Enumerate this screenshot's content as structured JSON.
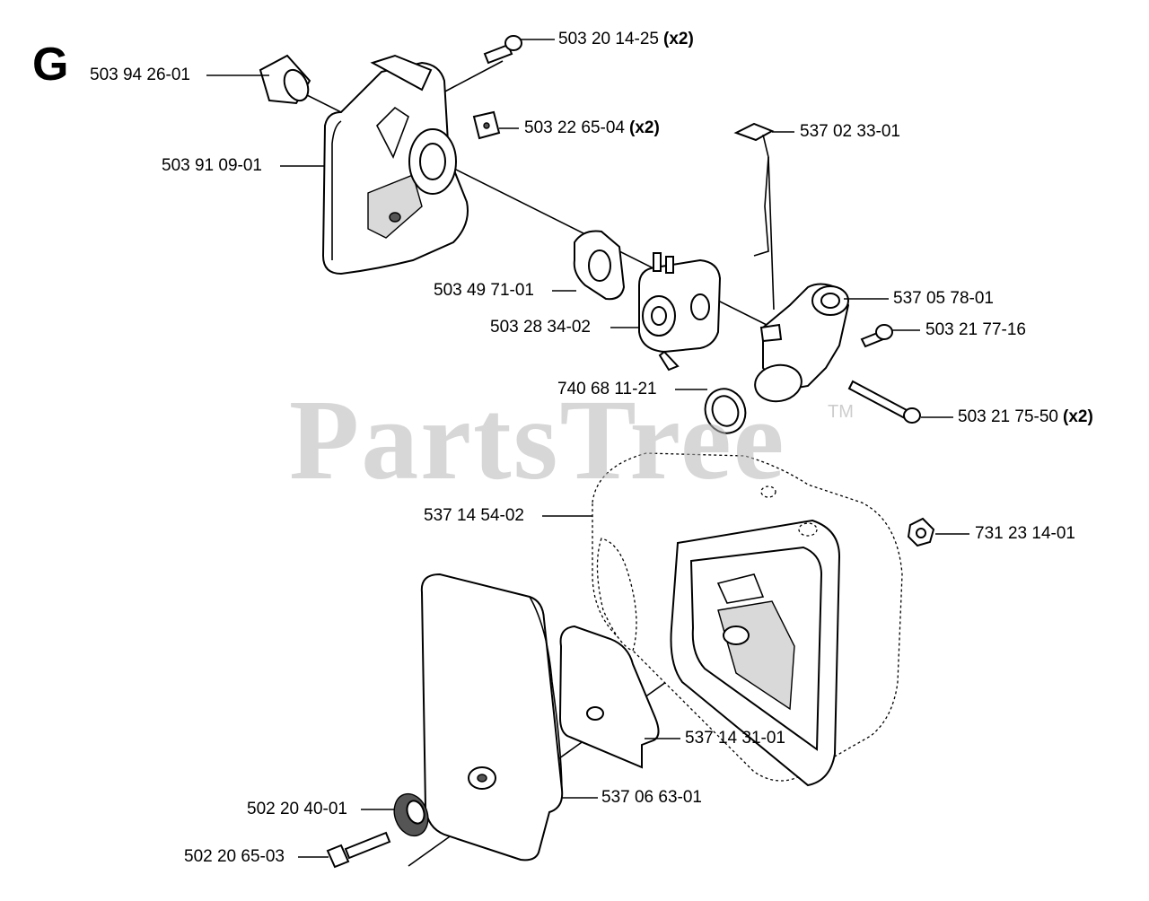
{
  "diagram": {
    "section": "G",
    "watermark": "PartsTree",
    "trademark": "TM",
    "parts": [
      {
        "id": "p1",
        "number": "503 94 26-01",
        "qty": ""
      },
      {
        "id": "p2",
        "number": "503 20 14-25",
        "qty": "(x2)"
      },
      {
        "id": "p3",
        "number": "503 22 65-04",
        "qty": "(x2)"
      },
      {
        "id": "p4",
        "number": "503 91 09-01",
        "qty": ""
      },
      {
        "id": "p5",
        "number": "537 02 33-01",
        "qty": ""
      },
      {
        "id": "p6",
        "number": "503 49 71-01",
        "qty": ""
      },
      {
        "id": "p7",
        "number": "537 05 78-01",
        "qty": ""
      },
      {
        "id": "p8",
        "number": "503 28 34-02",
        "qty": ""
      },
      {
        "id": "p9",
        "number": "503 21 77-16",
        "qty": ""
      },
      {
        "id": "p10",
        "number": "740 68 11-21",
        "qty": ""
      },
      {
        "id": "p11",
        "number": "503 21 75-50",
        "qty": "(x2)"
      },
      {
        "id": "p12",
        "number": "537 14 54-02",
        "qty": ""
      },
      {
        "id": "p13",
        "number": "731 23 14-01",
        "qty": ""
      },
      {
        "id": "p14",
        "number": "537 14 31-01",
        "qty": ""
      },
      {
        "id": "p15",
        "number": "537 06 63-01",
        "qty": ""
      },
      {
        "id": "p16",
        "number": "502 20 40-01",
        "qty": ""
      },
      {
        "id": "p17",
        "number": "502 20 65-03",
        "qty": ""
      }
    ]
  }
}
